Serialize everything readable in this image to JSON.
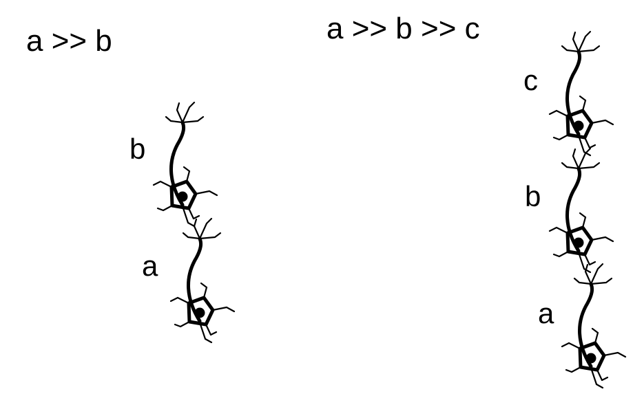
{
  "left_panel": {
    "caption": "a >> b",
    "neurons": [
      {
        "label": "b"
      },
      {
        "label": "a"
      }
    ]
  },
  "right_panel": {
    "caption": "a >> b >> c",
    "neurons": [
      {
        "label": "c"
      },
      {
        "label": "b"
      },
      {
        "label": "a"
      }
    ]
  },
  "colors": {
    "ink": "#000000",
    "background": "#ffffff"
  }
}
